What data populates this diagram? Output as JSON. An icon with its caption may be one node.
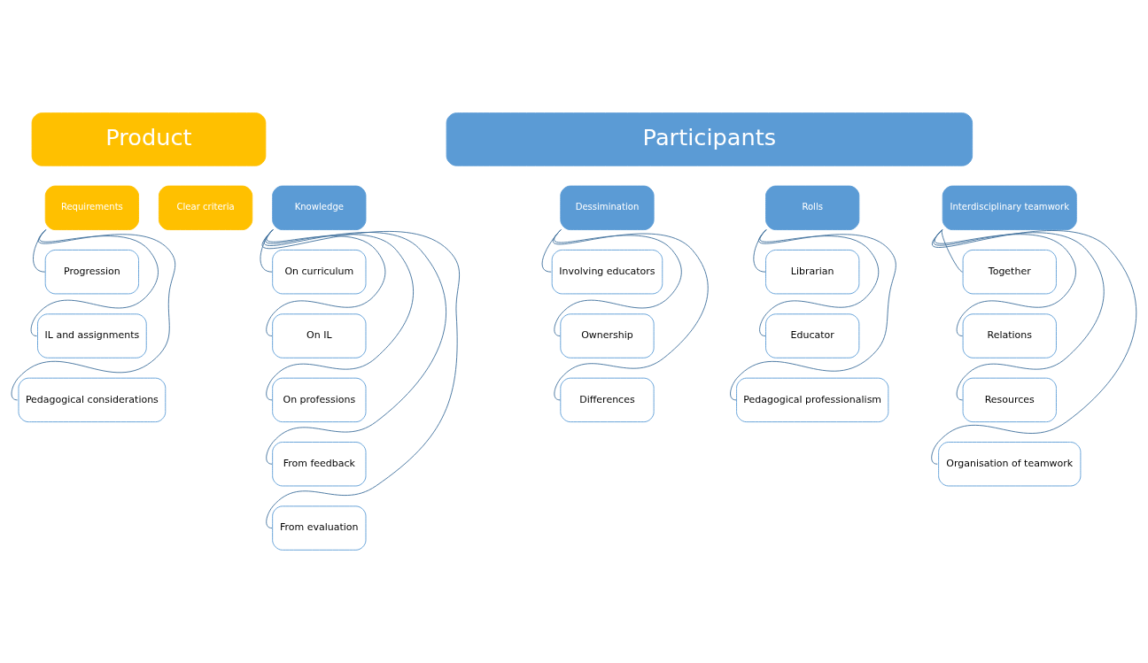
{
  "diagram": {
    "nodes": [
      {
        "text": [
          "Product"
        ]
      },
      {
        "text": [
          "Participants"
        ]
      },
      {
        "text": [
          "Requirements"
        ]
      },
      {
        "text": [
          "Clear criteria"
        ]
      },
      {
        "text": [
          "Knowledge"
        ]
      },
      {
        "text": [
          "Dessimination"
        ]
      },
      {
        "text": [
          "Rolls"
        ]
      },
      {
        "text": [
          "Interdisciplinary teamwork"
        ]
      },
      {
        "text": [
          "Progression"
        ]
      },
      {
        "text": [
          "IL and assignments"
        ]
      },
      {
        "text": [
          "Pedagogical considerations"
        ]
      },
      {
        "text": [
          "On curriculum"
        ]
      },
      {
        "text": [
          "On IL"
        ]
      },
      {
        "text": [
          "On professions"
        ]
      },
      {
        "text": [
          "From feedback"
        ]
      },
      {
        "text": [
          "From evaluation"
        ]
      },
      {
        "text": [
          "Involving educators"
        ]
      },
      {
        "text": [
          "Ownership"
        ]
      },
      {
        "text": [
          "Differences"
        ]
      },
      {
        "text": [
          "Librarian"
        ]
      },
      {
        "text": [
          "Educator"
        ]
      },
      {
        "text": [
          "Pedagogical professionalism"
        ]
      },
      {
        "text": [
          "Together"
        ]
      },
      {
        "text": [
          "Relations"
        ]
      },
      {
        "text": [
          "Resources"
        ]
      },
      {
        "text": [
          "Organisation of teamwork"
        ]
      }
    ],
    "edges": [
      {
        "from": 2,
        "to": 8,
        "arrow": "none"
      },
      {
        "from": 2,
        "to": 9,
        "arrow": "none"
      },
      {
        "from": 2,
        "to": 10,
        "arrow": "none"
      },
      {
        "from": 4,
        "to": 11,
        "arrow": "none"
      },
      {
        "from": 4,
        "to": 12,
        "arrow": "none"
      },
      {
        "from": 4,
        "to": 13,
        "arrow": "none"
      },
      {
        "from": 4,
        "to": 14,
        "arrow": "none"
      },
      {
        "from": 4,
        "to": 15,
        "arrow": "none"
      },
      {
        "from": 5,
        "to": 16,
        "arrow": "none"
      },
      {
        "from": 5,
        "to": 17,
        "arrow": "none"
      },
      {
        "from": 5,
        "to": 18,
        "arrow": "none"
      },
      {
        "from": 6,
        "to": 19,
        "arrow": "none"
      },
      {
        "from": 6,
        "to": 20,
        "arrow": "none"
      },
      {
        "from": 6,
        "to": 21,
        "arrow": "none"
      },
      {
        "from": 7,
        "to": 22,
        "arrow": "none"
      },
      {
        "from": 7,
        "to": 23,
        "arrow": "none"
      },
      {
        "from": 7,
        "to": 24,
        "arrow": "none"
      },
      {
        "from": 7,
        "to": 25,
        "arrow": "none"
      }
    ]
  }
}
